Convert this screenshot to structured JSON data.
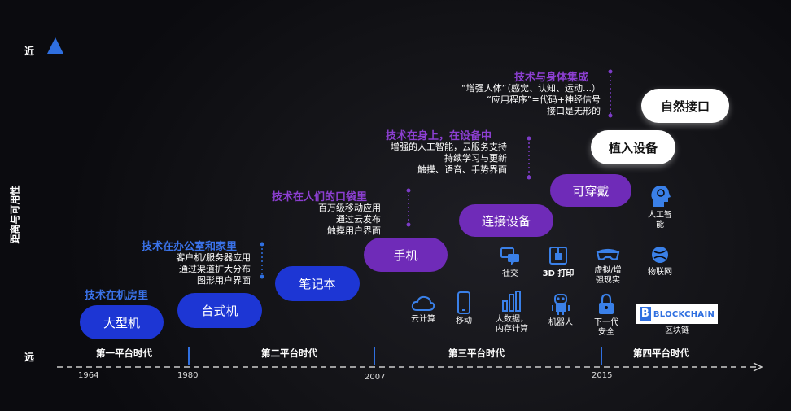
{
  "axis": {
    "y_title": "距离与可用性",
    "near": "近",
    "far": "远",
    "years": [
      "1964",
      "1980",
      "2007",
      "2015"
    ]
  },
  "eras": [
    "第一平台时代",
    "第二平台时代",
    "第三平台时代",
    "第四平台时代"
  ],
  "pills": {
    "mainframe": "大型机",
    "desktop": "台式机",
    "notebook": "笔记本",
    "phone": "手机",
    "connected": "连接设备",
    "wearable": "可穿戴",
    "implant": "植入设备",
    "natural": "自然接口"
  },
  "stages": [
    {
      "heading": "技术在机房里",
      "lines": []
    },
    {
      "heading": "技术在办公室和家里",
      "lines": [
        "客户机/服务器应用",
        "通过渠道扩大分布",
        "图形用户界面"
      ]
    },
    {
      "heading": "技术在人们的口袋里",
      "lines": [
        "百万级移动应用",
        "通过云发布",
        "触摸用户界面"
      ]
    },
    {
      "heading": "技术在身上，在设备中",
      "lines": [
        "增强的人工智能，云服务支持",
        "持续学习与更新",
        "触摸、语音、手势界面"
      ]
    },
    {
      "heading": "技术与身体集成",
      "lines": [
        "“增强人体”（感觉、认知、运动…）",
        "“应用程序”=代码+神经信号",
        "接口是无形的"
      ]
    }
  ],
  "icons": {
    "social": "社交",
    "print3d": "3D 打印",
    "vr": "虚拟/增\n强现实",
    "iot": "物联网",
    "ai": "人工智\n能",
    "cloud": "云计算",
    "mobile": "移动",
    "bigdata": "大数据，\n内存计算",
    "robot": "机器人",
    "security": "下一代\n安全",
    "blockchain": "区块链",
    "blockchain_logo": "BLOCKCHAIN"
  },
  "colors": {
    "blue": "#1d36d4",
    "purple": "#6f2bb8",
    "heading_blue": "#3a72e8",
    "heading_purple": "#8c3fd1",
    "axis_blue": "#2f6fe0"
  }
}
